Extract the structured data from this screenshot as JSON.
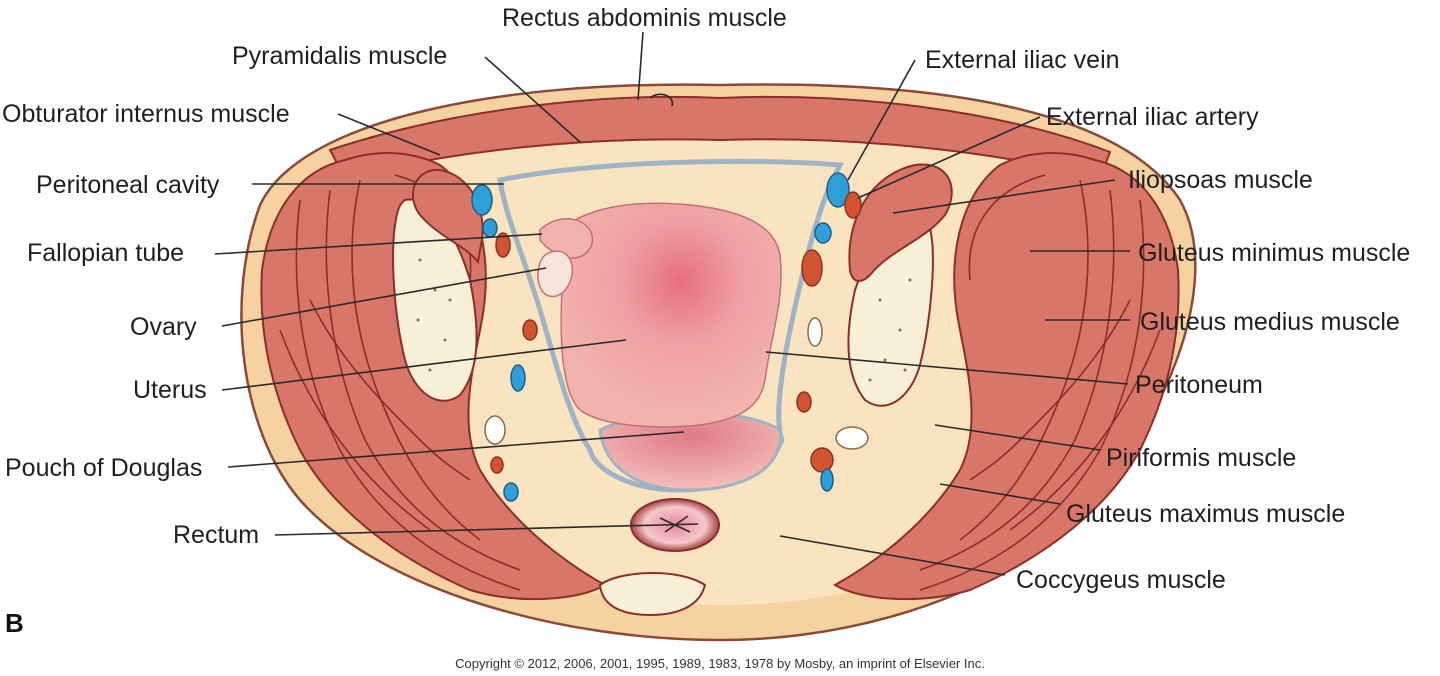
{
  "panel_letter": "B",
  "copyright": "Copyright © 2012, 2006, 2001, 1995, 1989, 1983, 1978 by Mosby, an imprint of Elsevier Inc.",
  "labels": {
    "rectus_abdominis": "Rectus abdominis muscle",
    "pyramidalis": "Pyramidalis muscle",
    "obturator_internus": "Obturator internus muscle",
    "peritoneal_cavity": "Peritoneal cavity",
    "fallopian_tube": "Fallopian tube",
    "ovary": "Ovary",
    "uterus": "Uterus",
    "pouch_of_douglas": "Pouch of Douglas",
    "rectum": "Rectum",
    "external_iliac_vein": "External iliac vein",
    "external_iliac_artery": "External iliac artery",
    "iliopsoas": "Iliopsoas muscle",
    "gluteus_minimus": "Gluteus minimus muscle",
    "gluteus_medius": "Gluteus medius muscle",
    "peritoneum": "Peritoneum",
    "piriformis": "Piriformis muscle",
    "gluteus_maximus": "Gluteus maximus muscle",
    "coccygeus": "Coccygeus muscle"
  },
  "colors": {
    "skin": "#f6d2a0",
    "fat": "#fae3bf",
    "muscle": "#d9766a",
    "muscle_dark": "#8a2f2a",
    "bone": "#f7efd6",
    "uterus": "#eea3a0",
    "uterus_center": "#e0707a",
    "peritoneum": "#9fb3c7",
    "vein": "#2f9fd8",
    "artery": "#d2542e"
  }
}
